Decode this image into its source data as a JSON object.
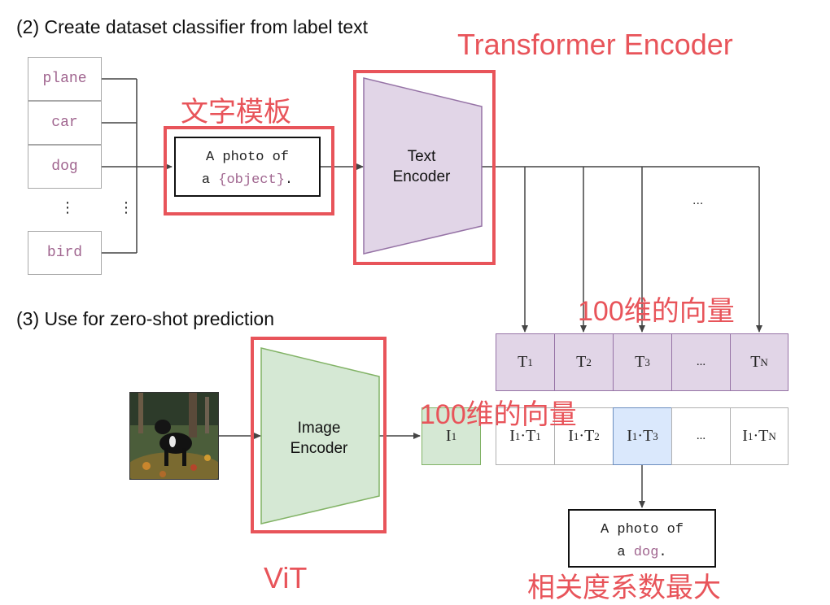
{
  "section2": {
    "heading": "(2) Create dataset classifier from label text",
    "labels": [
      "plane",
      "car",
      "dog",
      "bird"
    ],
    "ellipsis": "⋮",
    "template_line1": "A photo of",
    "template_line2_prefix": "a ",
    "template_placeholder": "{object}",
    "template_line2_suffix": ".",
    "text_encoder_line1": "Text",
    "text_encoder_line2": "Encoder",
    "fan_ellipsis": "..."
  },
  "section3": {
    "heading": "(3) Use for zero-shot prediction",
    "image_encoder_line1": "Image",
    "image_encoder_line2": "Encoder",
    "text_embeddings": [
      {
        "base": "T",
        "sub": "1"
      },
      {
        "base": "T",
        "sub": "2"
      },
      {
        "base": "T",
        "sub": "3"
      },
      {
        "base": "...",
        "sub": ""
      },
      {
        "base": "T",
        "sub": "N"
      }
    ],
    "image_embedding": {
      "base": "I",
      "sub": "1"
    },
    "products": [
      {
        "a": "I",
        "a_sub": "1",
        "dot": "·",
        "b": "T",
        "b_sub": "1"
      },
      {
        "a": "I",
        "a_sub": "1",
        "dot": "·",
        "b": "T",
        "b_sub": "2"
      },
      {
        "a": "I",
        "a_sub": "1",
        "dot": "·",
        "b": "T",
        "b_sub": "3"
      },
      {
        "a": "...",
        "a_sub": "",
        "dot": "",
        "b": "",
        "b_sub": ""
      },
      {
        "a": "I",
        "a_sub": "1",
        "dot": "·",
        "b": "T",
        "b_sub": "N"
      }
    ],
    "highlighted_index": 2,
    "result_line1": "A photo of",
    "result_line2_prefix": "a ",
    "result_word": "dog",
    "result_line2_suffix": "."
  },
  "annotations": {
    "transformer_encoder": "Transformer Encoder",
    "text_template": "文字模板",
    "vector_text": "100维的向量",
    "vector_image": "100维的向量",
    "vit": "ViT",
    "max_similarity": "相关度系数最大"
  },
  "colors": {
    "annotation_red": "#e8545a",
    "text_purple_fill": "#e1d5e7",
    "image_green_fill": "#d5e8d4",
    "highlight_blue_fill": "#dae8fc",
    "label_text": "#a0658f"
  }
}
